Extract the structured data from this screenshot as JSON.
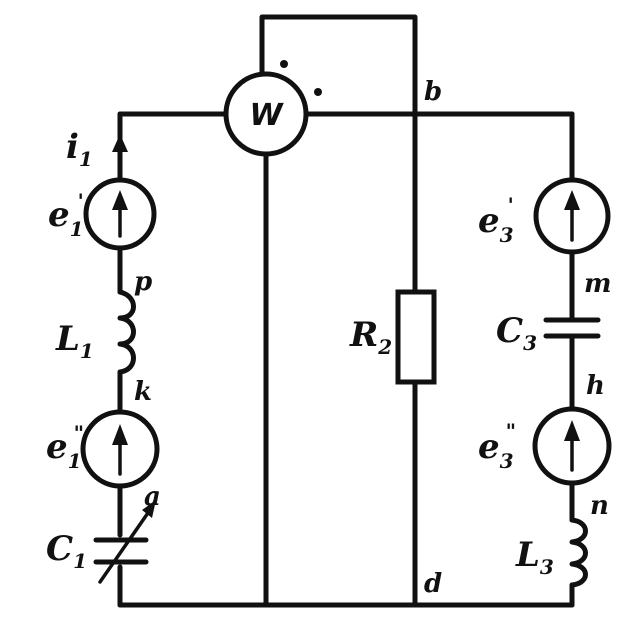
{
  "wattmeter": {
    "label": "W"
  },
  "labels": {
    "i1": {
      "main": "i",
      "sub": "1"
    },
    "e1_prime": {
      "main": "e",
      "sub": "1",
      "sup": "'"
    },
    "L1": {
      "main": "L",
      "sub": "1"
    },
    "e1_double": {
      "main": "e",
      "sub": "1",
      "sup": "\""
    },
    "C1": {
      "main": "C",
      "sub": "1"
    },
    "R2": {
      "main": "R",
      "sub": "2"
    },
    "e3_prime": {
      "main": "e",
      "sub": "3",
      "sup": "'"
    },
    "C3": {
      "main": "C",
      "sub": "3"
    },
    "e3_double": {
      "main": "e",
      "sub": "3",
      "sup": "\""
    },
    "L3": {
      "main": "L",
      "sub": "3"
    }
  },
  "nodes": {
    "b": "b",
    "d": "d",
    "p": "p",
    "k": "k",
    "a": "a",
    "m": "m",
    "h": "h",
    "n": "n"
  }
}
